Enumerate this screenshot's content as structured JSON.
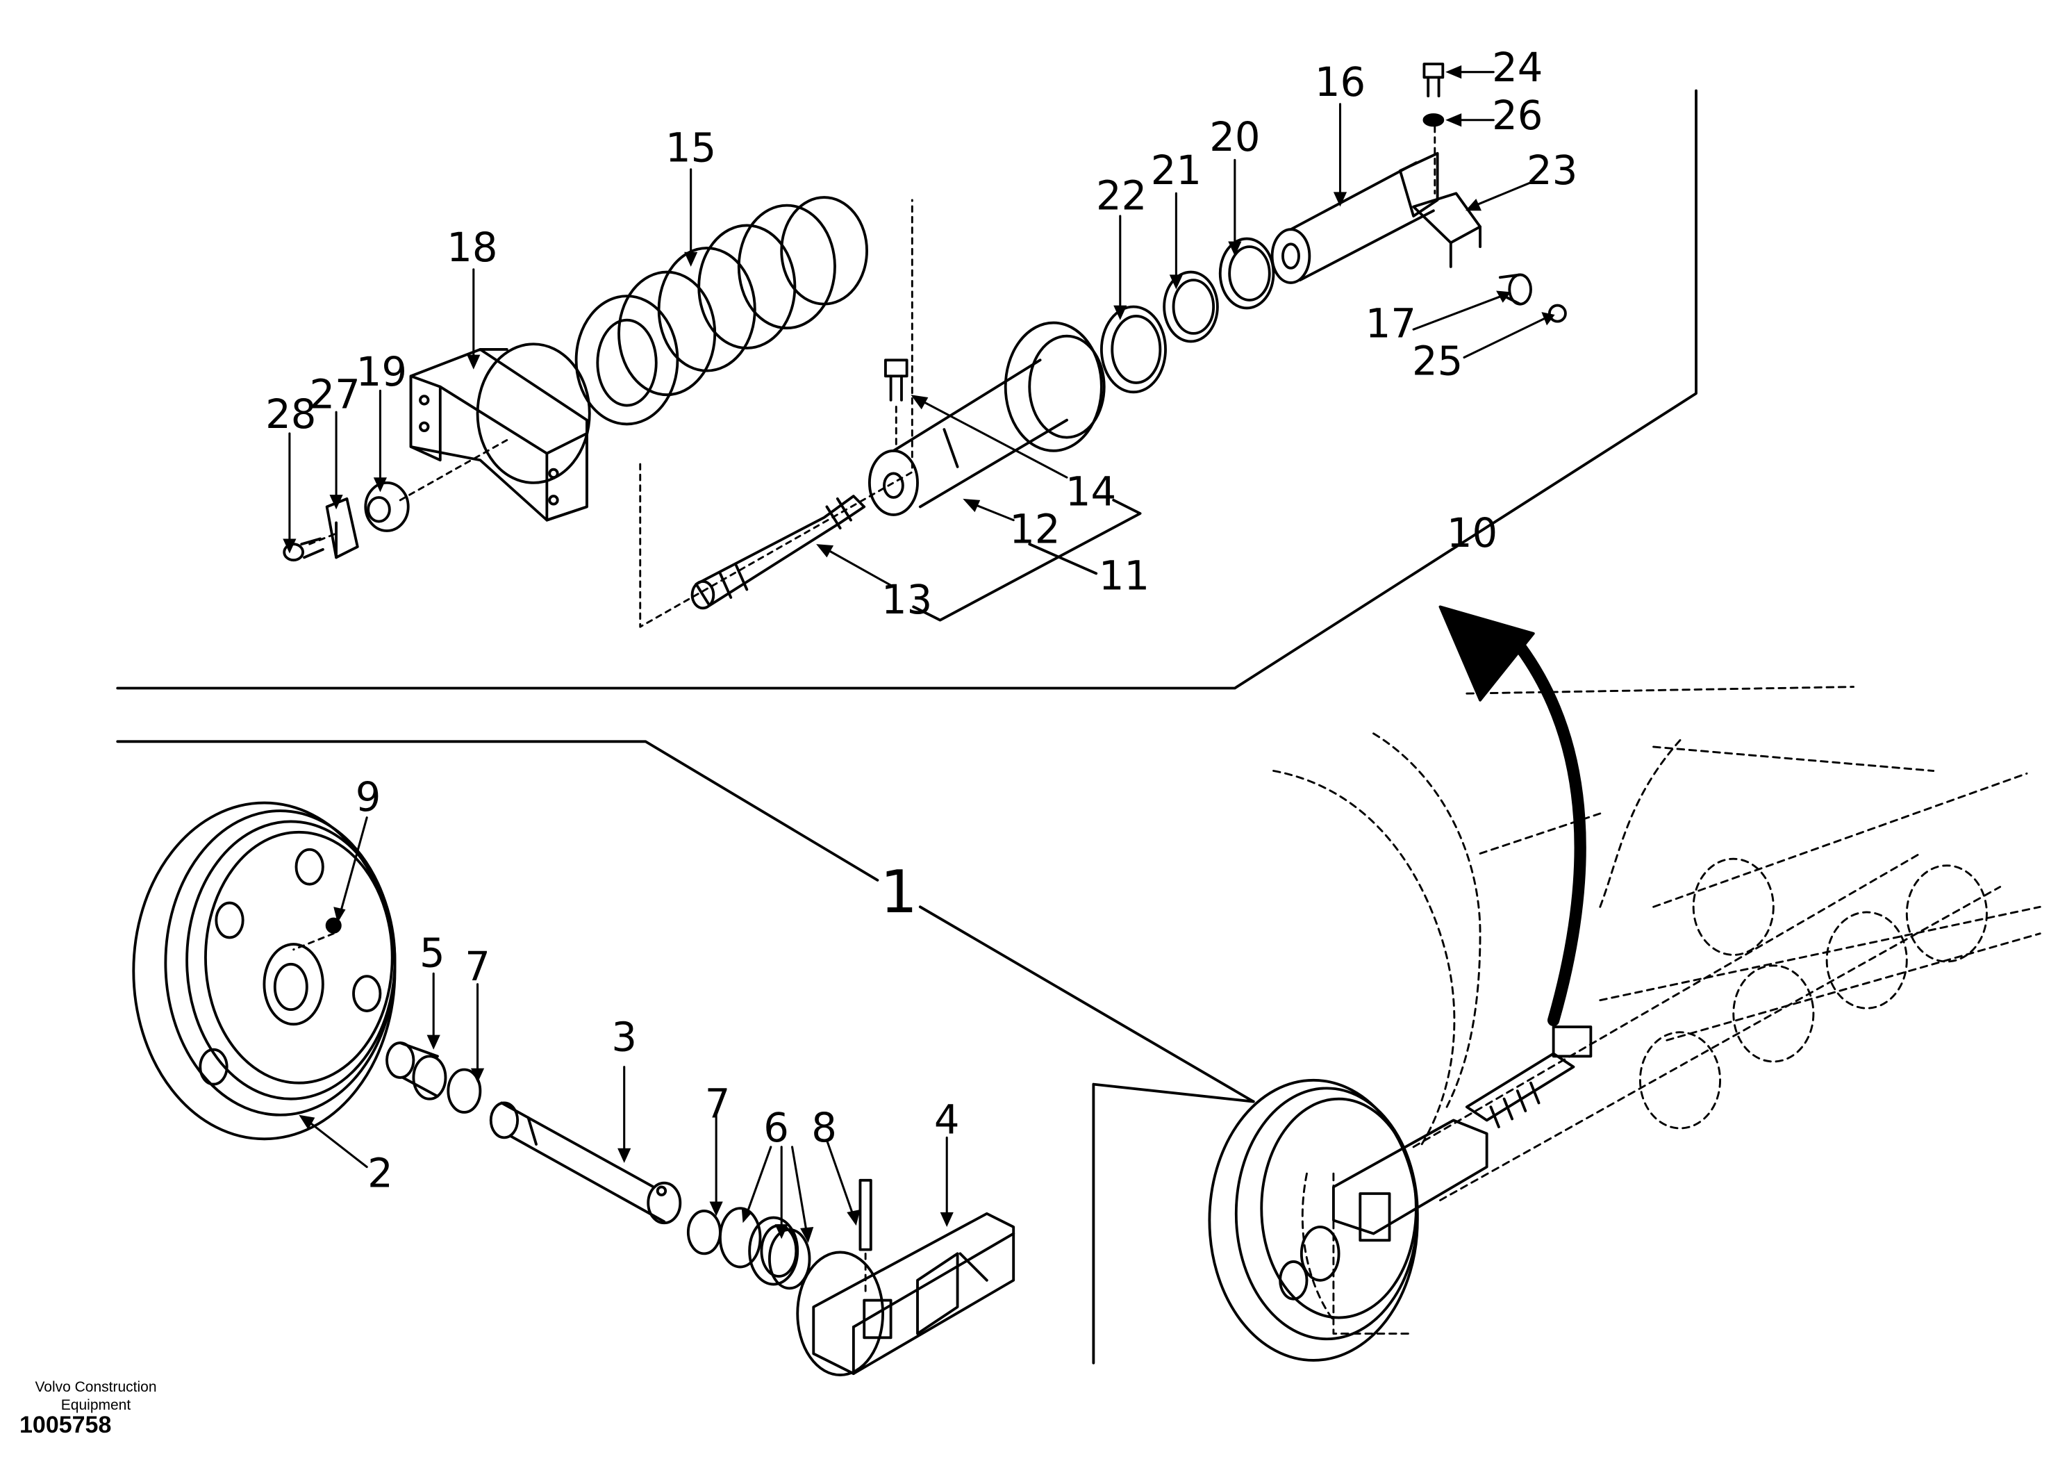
{
  "brand": {
    "company_line1": "Volvo Construction",
    "company_line2": "Equipment",
    "drawing_number": "1005758"
  },
  "part_labels": [
    "1",
    "2",
    "3",
    "4",
    "5",
    "6",
    "7",
    "7",
    "8",
    "9",
    "10",
    "11",
    "12",
    "13",
    "14",
    "15",
    "16",
    "17",
    "18",
    "19",
    "20",
    "21",
    "22",
    "23",
    "24",
    "25",
    "26",
    "27",
    "28"
  ],
  "colors": {
    "ink": "#000000",
    "paper": "#ffffff"
  }
}
